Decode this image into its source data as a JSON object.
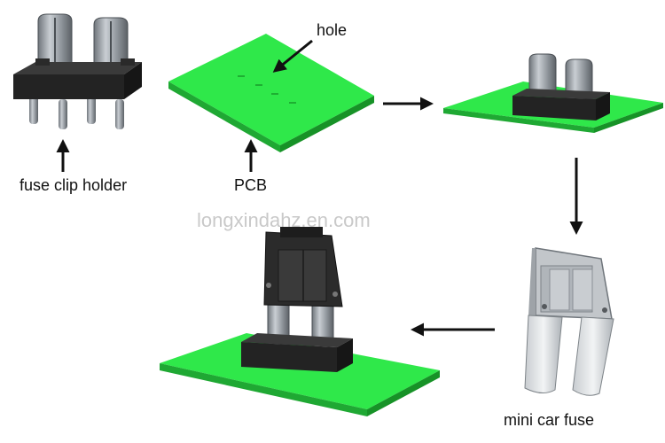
{
  "labels": {
    "hole": "hole",
    "fuse_clip_holder": "fuse clip holder",
    "pcb": "PCB",
    "mini_car_fuse": "mini car fuse"
  },
  "watermark": "longxindahz.en.com",
  "colors": {
    "pcb_green": "#2fe84a",
    "pcb_edge": "#1a9a2c",
    "holder_black": "#262626",
    "metal_grey": "#9ea3a8",
    "fuse_grey": "#b8bcc0",
    "arrow": "#111111"
  }
}
